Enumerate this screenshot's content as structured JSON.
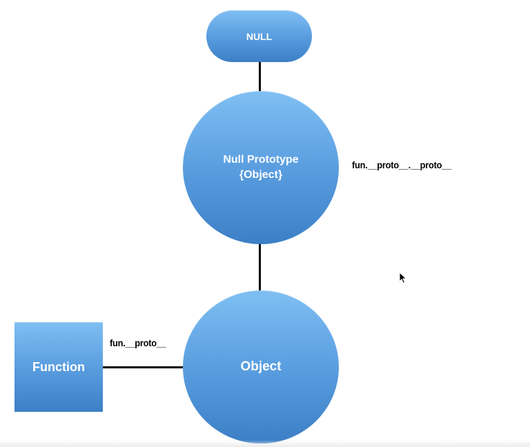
{
  "diagram": {
    "nodes": {
      "null": {
        "label": "NULL"
      },
      "null_prototype": {
        "line1": "Null Prototype",
        "line2": "{Object}"
      },
      "object": {
        "label": "Object"
      },
      "function": {
        "label": "Function"
      }
    },
    "edge_labels": {
      "proto_chain": "fun.__proto__.__proto__",
      "fun_proto": "fun.__proto__"
    },
    "colors": {
      "node_top": "#7fbff3",
      "node_bottom": "#3c7fc6",
      "connector": "#000000",
      "text_on_node": "#ffffff"
    },
    "icons": [
      "mouse-pointer-icon"
    ]
  }
}
